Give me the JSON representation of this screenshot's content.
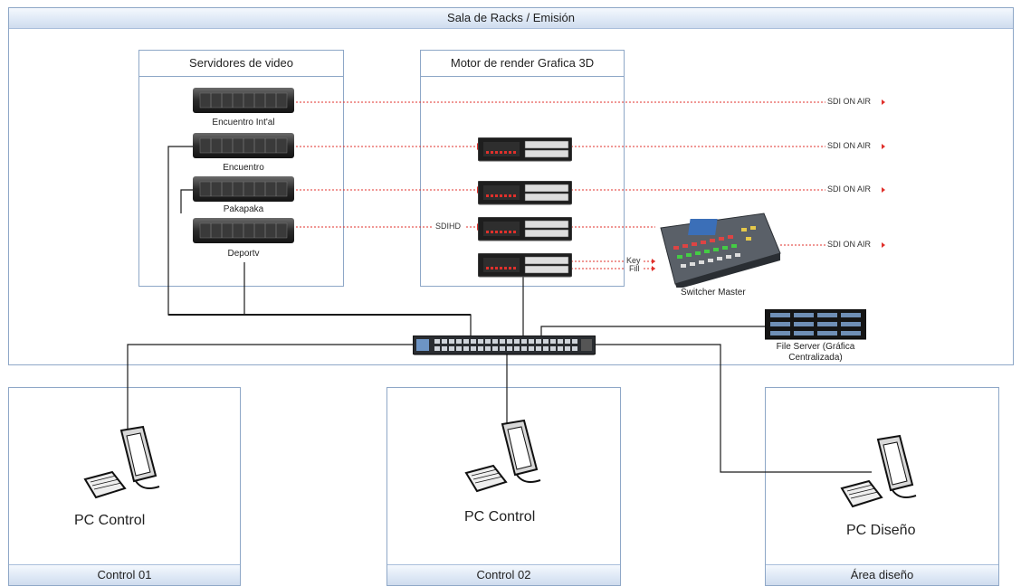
{
  "sala": {
    "title": "Sala de Racks / Emisión"
  },
  "servidores": {
    "title": "Servidores de video",
    "items": [
      "Encuentro Int'al",
      "Encuentro",
      "Pakapaka",
      "Deportv"
    ]
  },
  "motor": {
    "title": "Motor de render Grafica 3D"
  },
  "signals": {
    "sdi_on_air": "SDI ON AIR",
    "sdihd": "SDIHD",
    "key": "Key",
    "fill": "Fill"
  },
  "switcher": {
    "label": "Switcher Master"
  },
  "file_server": {
    "label": "File Server (Gráfica Centralizada)"
  },
  "control01": {
    "title": "Control 01",
    "pc": "PC Control"
  },
  "control02": {
    "title": "Control 02",
    "pc": "PC Control"
  },
  "area_diseno": {
    "title": "Área diseño",
    "pc": "PC Diseño"
  },
  "colors": {
    "band": "#dfe9f6",
    "border": "#8ea7c7",
    "signal_line": "#e0302b",
    "network_line": "#1a1a1a"
  }
}
